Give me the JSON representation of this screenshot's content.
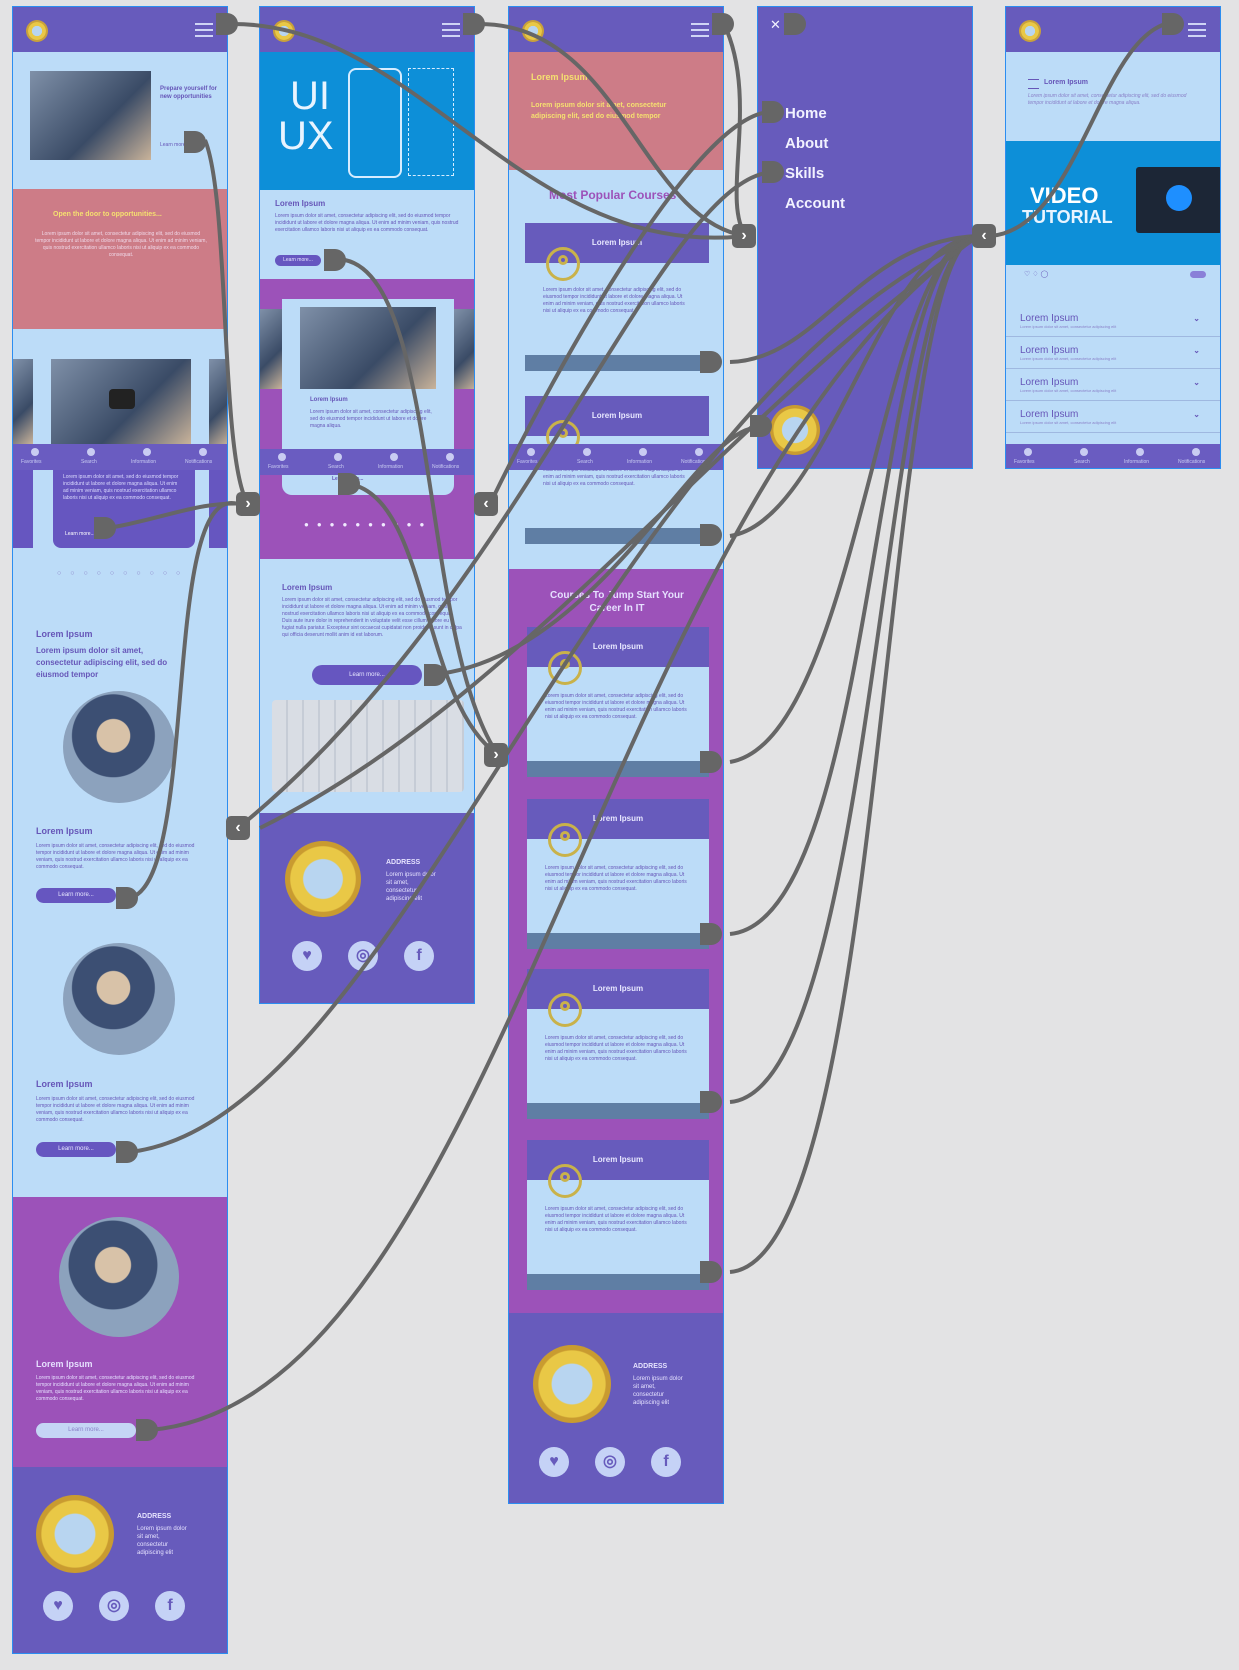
{
  "screen1": {
    "hero_heading": "Prepare yourself for new opportunities",
    "hero_link": "Learn more...",
    "pink_heading": "Open the door to opportunities...",
    "pink_body": "Lorem ipsum dolor sit amet, consectetur adipiscing elit, sed do eiusmod tempor incididunt ut labore et dolore magna aliqua. Ut enim ad minim veniam, quis nostrud exercitation ullamco laboris nisi ut aliquip ex ea commodo consequat.",
    "card_body": "Lorem ipsum dolor sit amet, sed do eiusmod tempor incididunt ut labore et dolore magna aliqua. Ut enim ad minim veniam, quis nostrud exercitation ullamco laboris nisi ut aliquip ex ea commodo consequat.",
    "card_link": "Learn more...",
    "section_title": "Lorem Ipsum",
    "section_subtitle": "Lorem ipsum dolor sit amet, consectetur adipiscing elit, sed do eiusmod tempor",
    "item1_title": "Lorem Ipsum",
    "item1_body": "Lorem ipsum dolor sit amet, consectetur adipiscing elit, sed do eiusmod tempor incididunt ut labore et dolore magna aliqua. Ut enim ad minim veniam, quis nostrud exercitation ullamco laboris nisi ut aliquip ex ea commodo consequat.",
    "item1_btn": "Learn more...",
    "item2_title": "Lorem Ipsum",
    "item2_body": "Lorem ipsum dolor sit amet, consectetur adipiscing elit, sed do eiusmod tempor incididunt ut labore et dolore magna aliqua. Ut enim ad minim veniam, quis nostrud exercitation ullamco laboris nisi ut aliquip ex ea commodo consequat.",
    "item2_btn": "Learn more...",
    "item3_title": "Lorem Ipsum",
    "item3_body": "Lorem ipsum dolor sit amet, consectetur adipiscing elit, sed do eiusmod tempor incididunt ut labore et dolore magna aliqua. Ut enim ad minim veniam, quis nostrud exercitation ullamco laboris nisi ut aliquip ex ea commodo consequat.",
    "item3_btn": "Learn more...",
    "address_label": "ADDRESS",
    "address_body": "Lorem ipsum dolor sit amet, consectetur adipiscing elit"
  },
  "screen2": {
    "hero_ui": "UI",
    "hero_ux": "UX",
    "intro_title": "Lorem Ipsum",
    "intro_body": "Lorem ipsum dolor sit amet, consectetur adipiscing elit, sed do eiusmod tempor incididunt ut labore et dolore magna aliqua. Ut enim ad minim veniam, quis nostrud exercitation ullamco laboris nisi ut aliquip ex ea commodo consequat.",
    "intro_link": "Learn more...",
    "card_title": "Lorem Ipsum",
    "card_body": "Lorem ipsum dolor sit amet, consectetur adipiscing elit, sed do eiusmod tempor incididunt ut labore et dolore magna aliqua.",
    "card_link": "Learn more...",
    "lower_title": "Lorem Ipsum",
    "lower_body": "Lorem ipsum dolor sit amet, consectetur adipiscing elit, sed do eiusmod tempor incididunt ut labore et dolore magna aliqua. Ut enim ad minim veniam, quis nostrud exercitation ullamco laboris nisi ut aliquip ex ea commodo consequat. Duis aute irure dolor in reprehenderit in voluptate velit esse cillum dolore eu fugiat nulla pariatur. Excepteur sint occaecat cupidatat non proident, sunt in culpa qui officia deserunt mollit anim id est laborum.",
    "lower_btn": "Learn more...",
    "address_label": "ADDRESS",
    "address_body": "Lorem ipsum dolor sit amet, consectetur adipiscing elit"
  },
  "screen3": {
    "hero_title": "Lorem Ipsum",
    "hero_body": "Lorem ipsum dolor sit amet, consectetur adipiscing elit, sed do eiusmod tempor",
    "popular_title": "Most Popular Courses",
    "jumpstart_title": "Courses To Jump Start Your Career In IT",
    "card_title": "Lorem Ipsum",
    "card_body": "Lorem ipsum dolor sit amet, consectetur adipiscing elit, sed do eiusmod tempor incididunt ut labore et dolore magna aliqua. Ut enim ad minim veniam, quis nostrud exercitation ullamco laboris nisi ut aliquip ex ea commodo consequat.",
    "address_label": "ADDRESS",
    "address_body": "Lorem ipsum dolor sit amet, consectetur adipiscing elit"
  },
  "menu": {
    "close": "✕",
    "items": [
      "Home",
      "About",
      "Skills",
      "Account"
    ]
  },
  "screen5": {
    "intro_title": "Lorem Ipsum",
    "intro_body": "Lorem ipsum dolor sit amet, consectetur adipiscing elit, sed do eiusmod tempor incididunt ut labore et dolore magna aliqua.",
    "video_line1": "VIDEO",
    "video_line2": "TUTORIAL",
    "acc_title": "Lorem Ipsum",
    "acc_sub": "Lorem ipsum dolor sit amet, consectetur adipiscing elit"
  },
  "tabbar": {
    "favorites": "Favorites",
    "search": "Search",
    "information": "Information",
    "notifications": "Notifications"
  },
  "social": {
    "twitter": "twitter-icon",
    "instagram": "instagram-icon",
    "facebook": "f"
  },
  "colors": {
    "artboard_bg": "#bcdcf8",
    "header": "#675bbc",
    "pink": "#cd7c87",
    "purple": "#9c52b9",
    "wire": "#666666",
    "selection": "#2c8df0"
  }
}
